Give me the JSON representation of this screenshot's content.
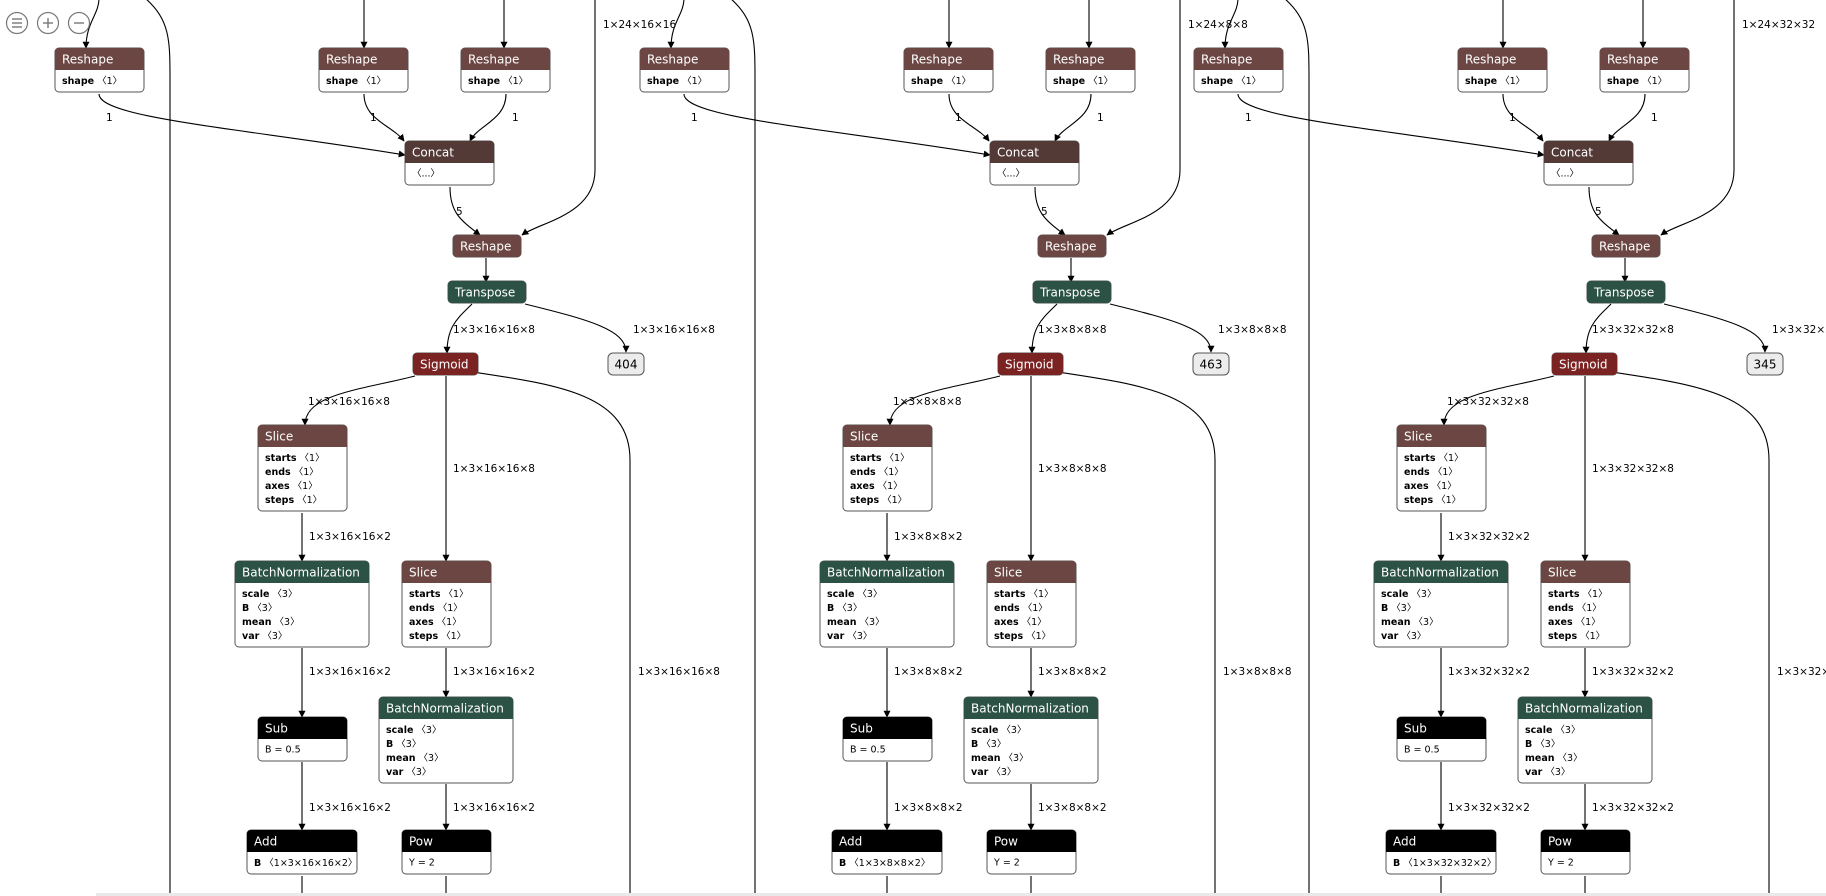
{
  "toolbar": [
    {
      "name": "sidebar-menu-button",
      "icon": "menu-icon"
    },
    {
      "name": "zoom-in-button",
      "icon": "zoom-in-icon"
    },
    {
      "name": "zoom-out-button",
      "icon": "zoom-out-icon"
    }
  ],
  "colors": {
    "layer": "#6b4642",
    "shape": "#533a37",
    "activation": "#7b2222",
    "normalization": "#2b5245",
    "math": "#000000",
    "output_fill": "#ececec",
    "edge": "#000000"
  },
  "branches": [
    {
      "input_shape": "1×24×16×16",
      "transpose_out": "1×3×16×16×8",
      "output_name": "404",
      "sigmoid_out": "1×3×16×16×8",
      "slice1_out": "1×3×16×16×2",
      "bn1_out": "1×3×16×16×2",
      "sub_out": "1×3×16×16×2",
      "bn2_out": "1×3×16×16×2",
      "add_attr": "〈1×3×16×16×2〉"
    },
    {
      "input_shape": "1×24×8×8",
      "transpose_out": "1×3×8×8×8",
      "output_name": "463",
      "sigmoid_out": "1×3×8×8×8",
      "slice1_out": "1×3×8×8×2",
      "bn1_out": "1×3×8×8×2",
      "sub_out": "1×3×8×8×2",
      "bn2_out": "1×3×8×8×2",
      "add_attr": "〈1×3×8×8×2〉"
    },
    {
      "input_shape": "1×24×32×32",
      "transpose_out": "1×3×32×32×8",
      "output_name": "345",
      "sigmoid_out": "1×3×32×32×8",
      "slice1_out": "1×3×32×32×2",
      "bn1_out": "1×3×32×32×2",
      "sub_out": "1×3×32×32×2",
      "bn2_out": "1×3×32×32×2",
      "add_attr": "〈1×3×32×32×2〉"
    }
  ],
  "labels": {
    "reshape": "Reshape",
    "concat": "Concat",
    "transpose": "Transpose",
    "sigmoid": "Sigmoid",
    "slice": "Slice",
    "batchnorm": "BatchNormalization",
    "sub": "Sub",
    "add": "Add",
    "pow": "Pow"
  },
  "attrs": {
    "shape_one": "〈1〉",
    "concat_more": "〈...〉",
    "one": "〈1〉",
    "three": "〈3〉",
    "sub_b": "B = 0.5",
    "pow_y": "Y = 2",
    "edge_one": "1",
    "edge_five": "5"
  }
}
